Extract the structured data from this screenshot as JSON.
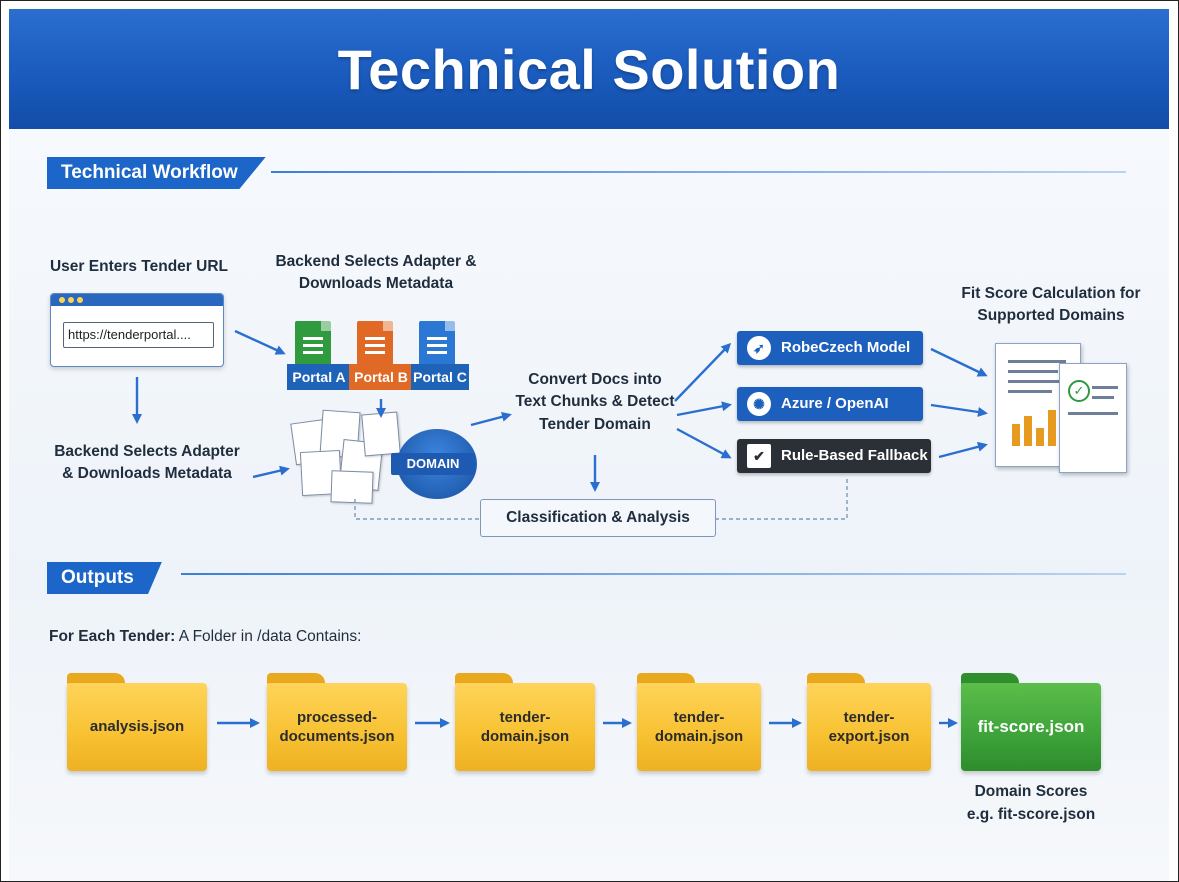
{
  "title": "Technical Solution",
  "workflow": {
    "section_label": "Technical Workflow",
    "user_enters": "User Enters Tender URL",
    "url_value": "https://tenderportal....",
    "backend_selects_top": "Backend Selects Adapter & Downloads Metadata",
    "backend_selects_left": "Backend Selects Adapter & Downloads Metadata",
    "portals": [
      "Portal A",
      "Portal B",
      "Portal C"
    ],
    "domain_badge": "DOMAIN",
    "convert_docs": "Convert Docs into Text Chunks & Detect Tender Domain",
    "classification": "Classification & Analysis",
    "models": [
      "RobeCzech Model",
      "Azure / OpenAI",
      "Rule-Based Fallback"
    ],
    "fit_score": "Fit Score Calculation for Supported Domains"
  },
  "outputs": {
    "section_label": "Outputs",
    "for_each_bold": "For Each Tender:",
    "for_each_rest": " A Folder in /data Contains:",
    "files": [
      "analysis.json",
      "processed-documents.json",
      "tender-domain.json",
      "tender-domain.json",
      "tender-export.json",
      "fit-score.json"
    ],
    "domain_scores": "Domain Scores",
    "domain_scores_example": "e.g. fit-score.json"
  },
  "colors": {
    "header_blue": "#1a5bbd",
    "portal_a": "#2f9a3e",
    "portal_b": "#e06a25",
    "portal_c": "#2a78d4",
    "model_blue": "#1c5fbd",
    "fallback_dark": "#2b2f36",
    "folder_yellow": "#f7c131",
    "folder_green": "#3da33a"
  }
}
